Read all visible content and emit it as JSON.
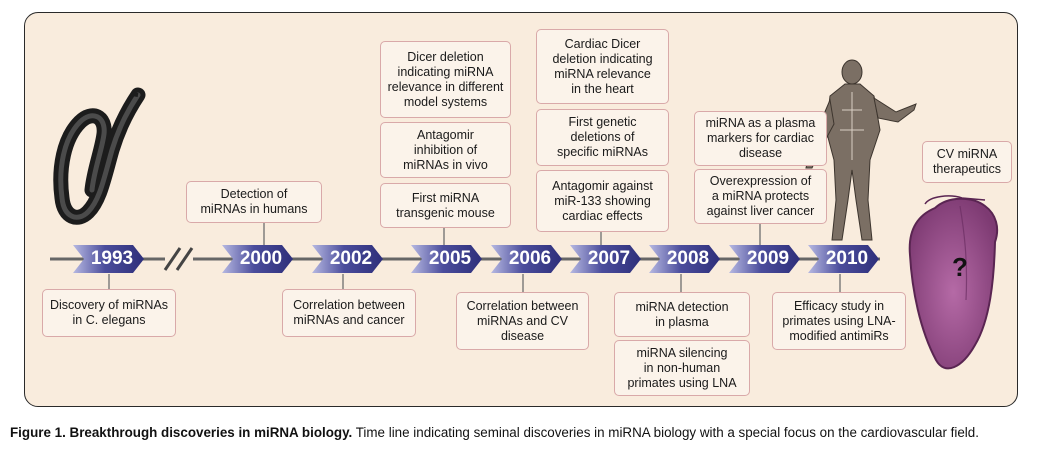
{
  "timeline": {
    "years": [
      "1993",
      "2000",
      "2002",
      "2005",
      "2006",
      "2007",
      "2008",
      "2009",
      "2010"
    ]
  },
  "events": {
    "y1993_below": "Discovery of miRNAs\nin C. elegans",
    "y2000_above": "Detection of\nmiRNAs in humans",
    "y2002_below": "Correlation between\nmiRNAs and cancer",
    "y2005_top": "Dicer deletion\nindicating miRNA\nrelevance in different\nmodel systems",
    "y2005_mid": "Antagomir\ninhibition of\nmiRNAs in vivo",
    "y2005_low": "First miRNA\ntransgenic mouse",
    "y2006_below": "Correlation between\nmiRNAs and CV\ndisease",
    "y2007_top": "Cardiac Dicer\ndeletion indicating\nmiRNA relevance\nin the heart",
    "y2007_mid": "First genetic\ndeletions of\nspecific miRNAs",
    "y2007_low": "Antagomir against\nmiR-133 showing\ncardiac effects",
    "y2008_below1": "miRNA detection\nin plasma",
    "y2008_below2": "miRNA silencing\nin non-human\nprimates using LNA",
    "y2009_top": "miRNA as a plasma\nmarkers for cardiac\ndisease",
    "y2009_low": "Overexpression of\na miRNA protects\nagainst liver cancer",
    "y2010_below": "Efficacy study in\nprimates using LNA-\nmodified antimiRs",
    "future": "CV miRNA\ntherapeutics"
  },
  "heart_mark": "?",
  "caption": {
    "bold": "Figure 1. Breakthrough discoveries in miRNA biology.",
    "text": " Time line indicating seminal discoveries in miRNA biology with a special focus on the cardiovascular field."
  },
  "colors": {
    "arrow_dark": "#2e2f7a",
    "arrow_light": "#b7b9e2",
    "box_border": "#d9a9a9",
    "panel": "#f9ecdd",
    "heart": "#9a4f8e"
  }
}
